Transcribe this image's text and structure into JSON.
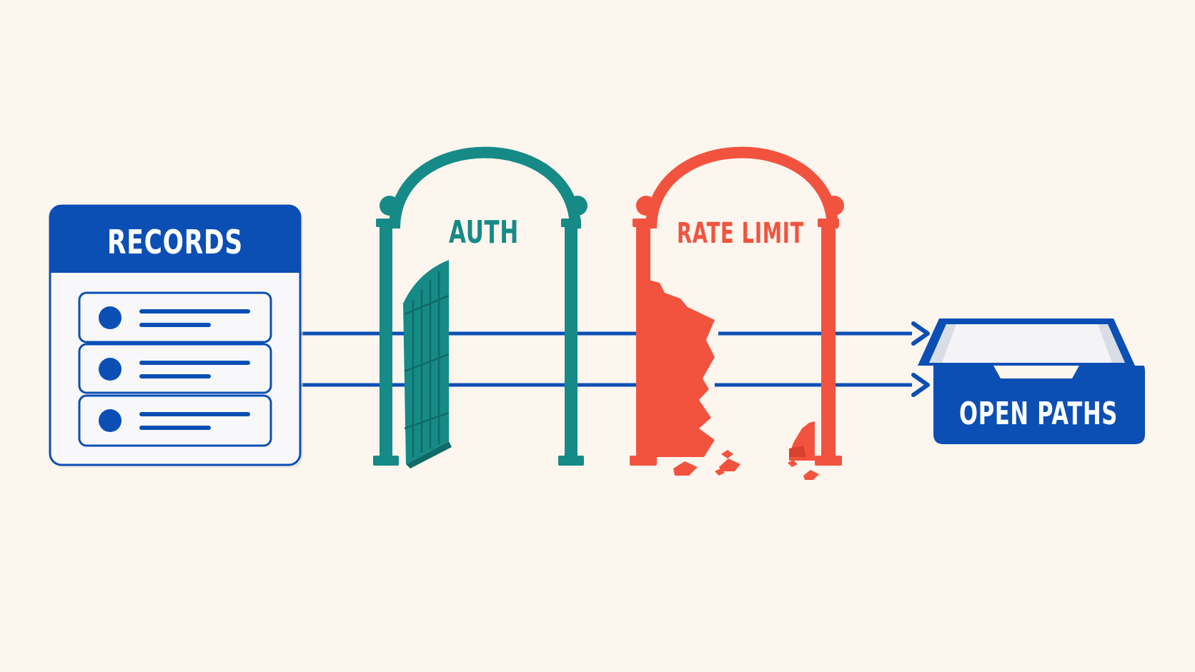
{
  "diagram": {
    "source": {
      "title": "RECORDS",
      "record_count": 3
    },
    "gate_auth": {
      "label": "AUTH",
      "state": "open"
    },
    "gate_rate_limit": {
      "label": "RATE LIMIT",
      "state": "broken"
    },
    "destination": {
      "title": "OPEN PATHS"
    },
    "flow_count": 2,
    "colors": {
      "background": "#fdf6ee",
      "primary_blue": "#0b4fb5",
      "auth_teal": "#168a86",
      "rate_limit_red": "#f2533f",
      "card_fill": "#f8f8fb",
      "tray_inner": "#f4f4f6"
    }
  }
}
